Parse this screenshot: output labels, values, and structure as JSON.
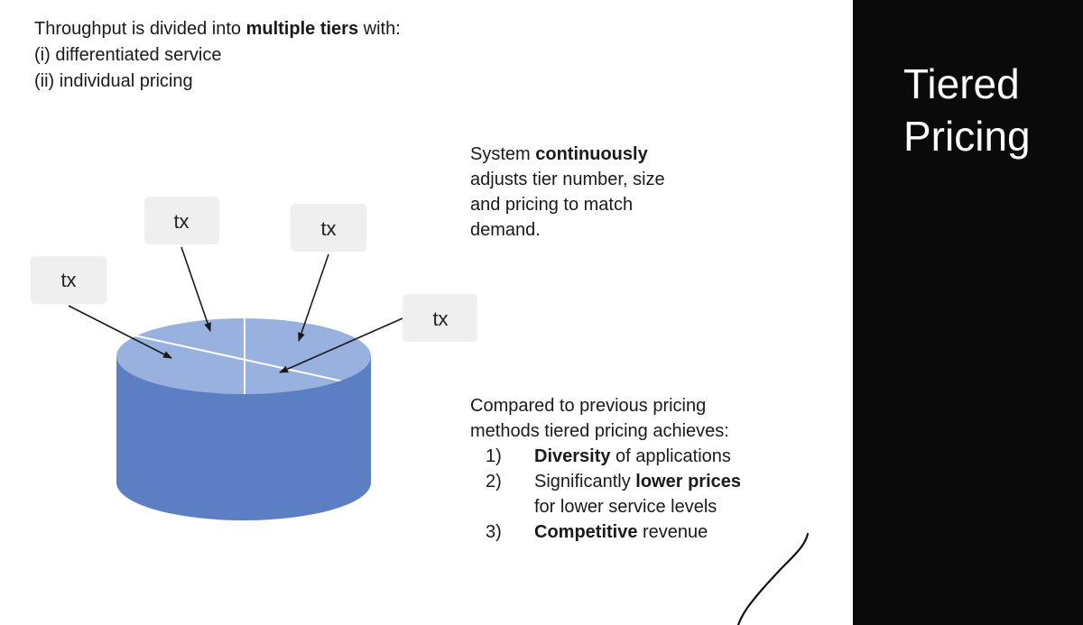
{
  "intro": {
    "line1_prefix": "Throughput is divided into ",
    "line1_bold": "multiple tiers",
    "line1_suffix": " with:",
    "line2": "(i) differentiated service",
    "line3": "(ii) individual pricing"
  },
  "system_note": {
    "prefix": "System ",
    "bold": "continuously",
    "line2": "adjusts tier number, size",
    "line3": "and pricing to match",
    "line4": "demand."
  },
  "comparison": {
    "line1": "Compared to previous pricing",
    "line2": "methods tiered pricing achieves:",
    "items": [
      {
        "num": "1)",
        "bold": "Diversity",
        "text": " of applications",
        "text2": ""
      },
      {
        "num": "2)",
        "pre": "Significantly ",
        "bold": "lower prices",
        "text2": "for lower service levels"
      },
      {
        "num": "3)",
        "bold": "Competitive",
        "text": " revenue",
        "text2": ""
      }
    ]
  },
  "side_panel": {
    "title_line1": "Tiered",
    "title_line2": "Pricing"
  },
  "diagram": {
    "tx_label": "tx",
    "colors": {
      "cylinder_side": "#5b7fc2",
      "cylinder_top": "#98b1de",
      "tx_box": "#efefef",
      "arrow": "#1a1a1a",
      "divider": "#ffffff"
    }
  }
}
